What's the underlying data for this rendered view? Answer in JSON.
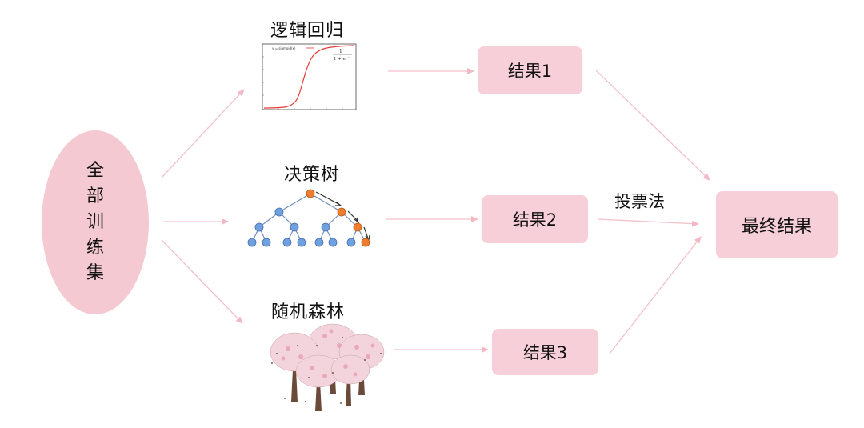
{
  "training_set": {
    "chars": [
      "全",
      "部",
      "训",
      "练",
      "集"
    ]
  },
  "models": [
    {
      "id": "lr",
      "name": "逻辑回归",
      "result": "结果1"
    },
    {
      "id": "dt",
      "name": "决策树",
      "result": "结果2"
    },
    {
      "id": "rf",
      "name": "随机森林",
      "result": "结果3"
    }
  ],
  "vote_label": "投票法",
  "final_label": "最终结果",
  "sigmoid_legend_text": "y = sigmoid(x)",
  "colors": {
    "box_fill": "#f7cfd8",
    "ellipse_fill": "#f4c9d1",
    "arrow": "#f2b9c4",
    "tree_blue": "#6fa0e0",
    "tree_orange": "#ef7d2f",
    "sigmoid_curve": "#e53935"
  },
  "icons": {
    "logistic": "sigmoid-plot-icon",
    "tree": "decision-tree-icon",
    "forest": "blossom-trees-icon"
  }
}
